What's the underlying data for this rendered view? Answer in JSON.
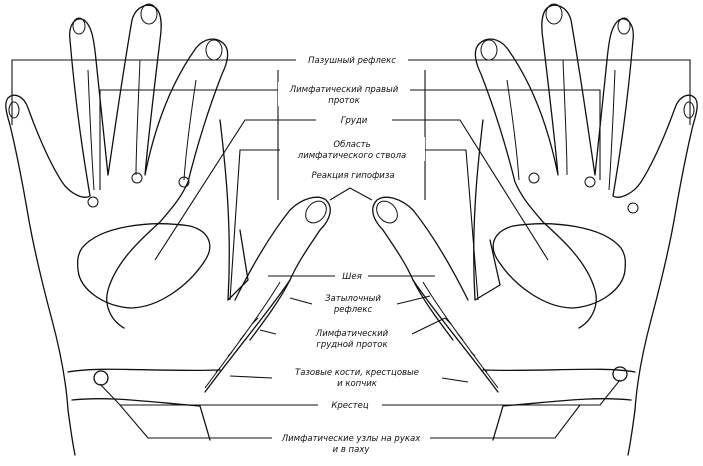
{
  "labels": {
    "sinus_reflex": "Пазушный рефлекс",
    "lymph_right_duct_1": "Лимфатический правый",
    "lymph_right_duct_2": "проток",
    "breasts": "Груди",
    "lymph_trunk_1": "Область",
    "lymph_trunk_2": "лимфатического ствола",
    "pituitary": "Реакция гипофиза",
    "neck": "Шея",
    "occipital_1": "Затылочный",
    "occipital_2": "рефлекс",
    "thoracic_duct_1": "Лимфатический",
    "thoracic_duct_2": "грудной проток",
    "pelvic_1": "Тазовые кости, крестцовые",
    "pelvic_2": "и копчик",
    "sacrum": "Крестец",
    "lymph_nodes_1": "Лимфатические узлы на руках",
    "lymph_nodes_2": "и в паху"
  }
}
